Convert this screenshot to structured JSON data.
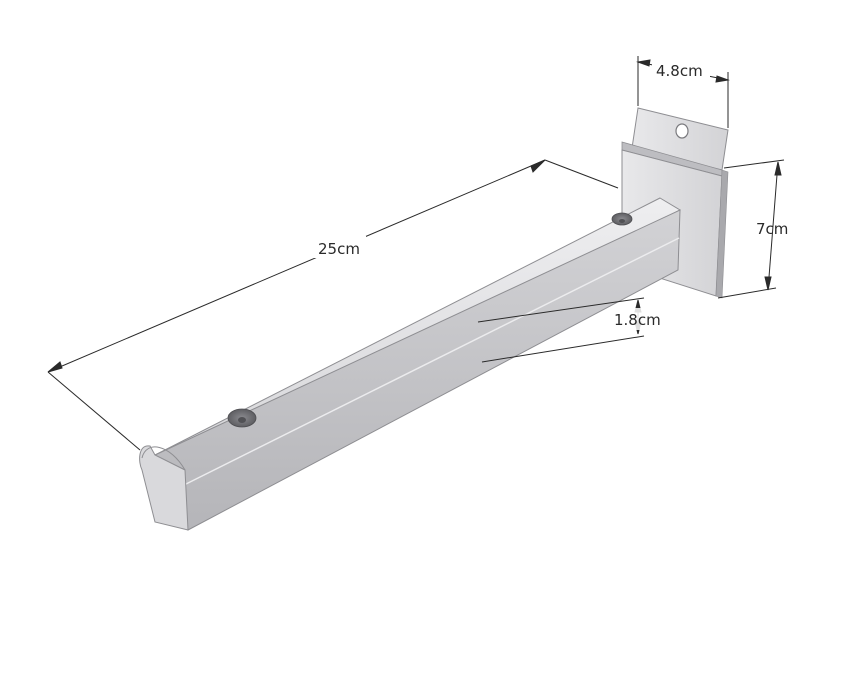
{
  "dimensions": {
    "length": "25cm",
    "plate_width": "4.8cm",
    "plate_height": "7cm",
    "arm_thickness": "1.8cm"
  },
  "colors": {
    "metal_light": "#e4e4e6",
    "metal_mid": "#cfcfd2",
    "metal_dark": "#a9a9ad",
    "edge": "#8e8e92",
    "dimension_line": "#2a2a2a",
    "screw": "#6f6f73"
  }
}
